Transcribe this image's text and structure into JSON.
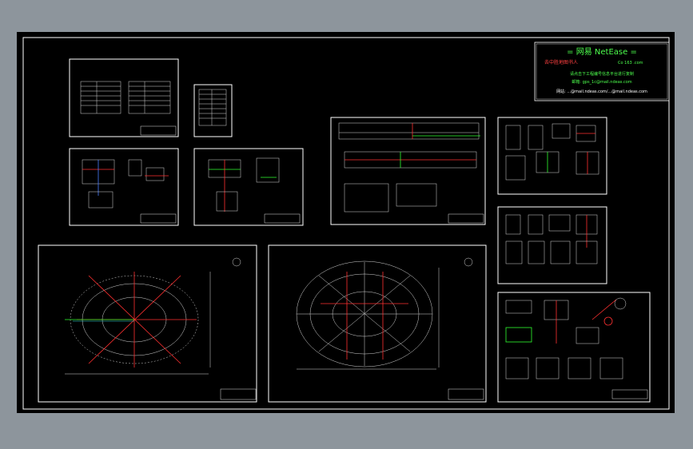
{
  "netease": {
    "title": "=   网易 NetEase   =",
    "line1_left": "去中胜地图书人",
    "line1_right": "Co 163 .com",
    "line2": "请点击下工程编号信息平台进行复制",
    "line3": "邮箱: gps_1c@mail.ndeas.com",
    "line4": "网站: ...@mail.ndeas.com/...@mail.ndeas.com"
  },
  "colors": {
    "background": "#8d959c",
    "canvas": "#000000",
    "line": "#ffffff",
    "accent_red": "#ff3030",
    "accent_green": "#30ff30",
    "accent_blue": "#4a7dff"
  }
}
